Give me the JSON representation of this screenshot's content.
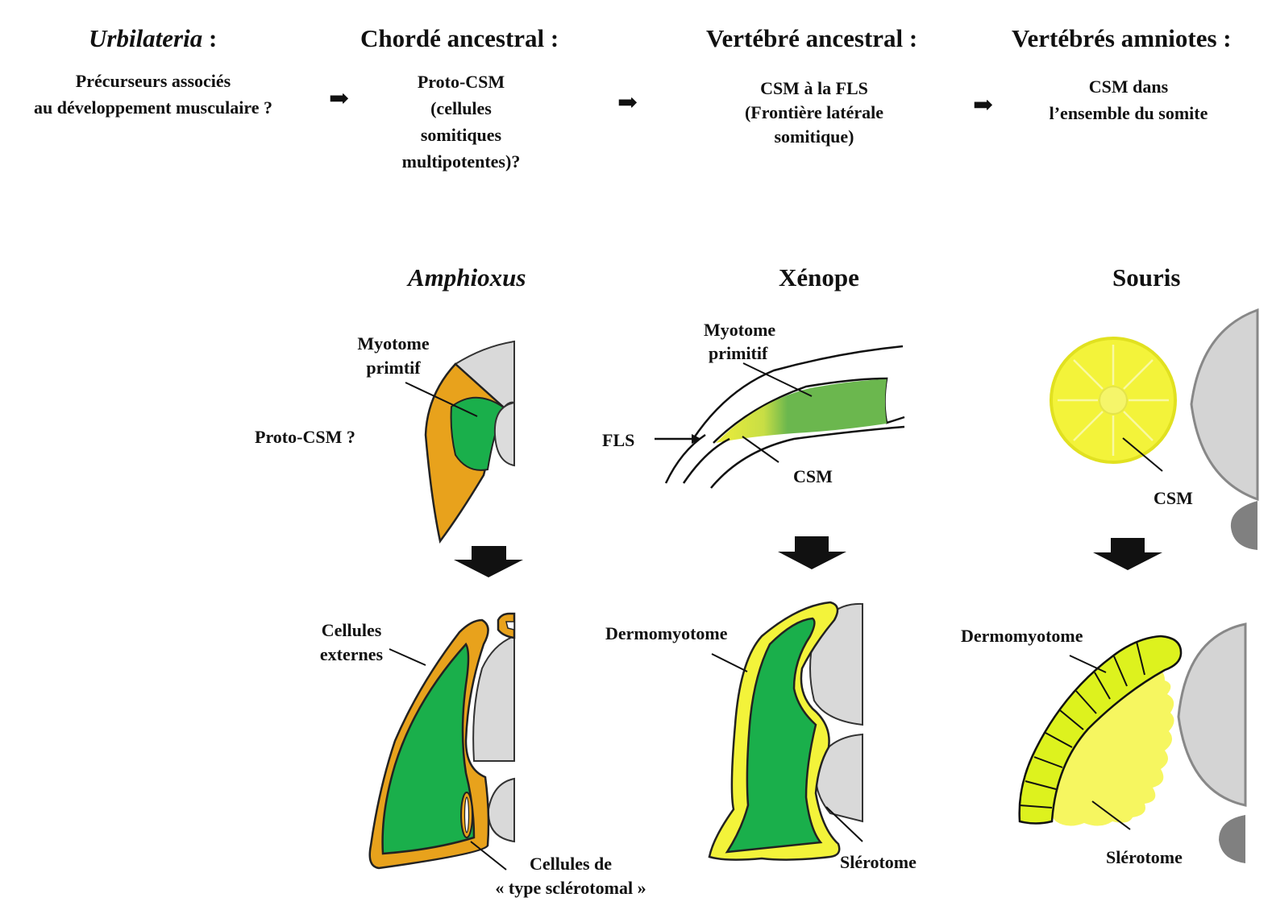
{
  "stages": [
    {
      "title_italic": "Urbilateria",
      "title_rest": " :",
      "desc": [
        "Précurseurs associés",
        "au développement musculaire ?"
      ]
    },
    {
      "title": "Chordé ancestral :",
      "desc": [
        "Proto-CSM",
        "(cellules",
        "somitiques",
        "multipotentes)?"
      ]
    },
    {
      "title": "Vertébré ancestral :",
      "desc": [
        "CSM à la FLS",
        "(Frontière latérale",
        "somitique)"
      ]
    },
    {
      "title": "Vertébrés amniotes :",
      "desc": [
        "CSM dans",
        "l’ensemble du somite"
      ]
    }
  ],
  "species": {
    "amphioxus": "Amphioxus",
    "xenope": "Xénope",
    "souris": "Souris"
  },
  "labels": {
    "amph_myotome": [
      "Myotome",
      "primtif"
    ],
    "amph_protocsm": "Proto-CSM ?",
    "amph_externes": [
      "Cellules",
      "externes"
    ],
    "amph_sclero": [
      "Cellules de",
      "« type sclérotomal »"
    ],
    "xen_myotome": [
      "Myotome",
      "primitif"
    ],
    "xen_fls": "FLS",
    "xen_csm": "CSM",
    "xen_dermo": "Dermomyotome",
    "xen_slero": "Slérotome",
    "mou_csm": "CSM",
    "mou_dermo": "Dermomyotome",
    "mou_slero": "Slérotome"
  },
  "icons": {
    "stage_arrow": "arrow-right-icon",
    "down_arrow": "arrow-down-icon"
  },
  "colors": {
    "orange": "#E8A21C",
    "green": "#1AAF4B",
    "light_green": "#6BB74E",
    "yellow": "#F2F23A",
    "lime": "#DDF21E",
    "grey": "#D9D9D9",
    "dark_grey": "#8A8A8A"
  }
}
